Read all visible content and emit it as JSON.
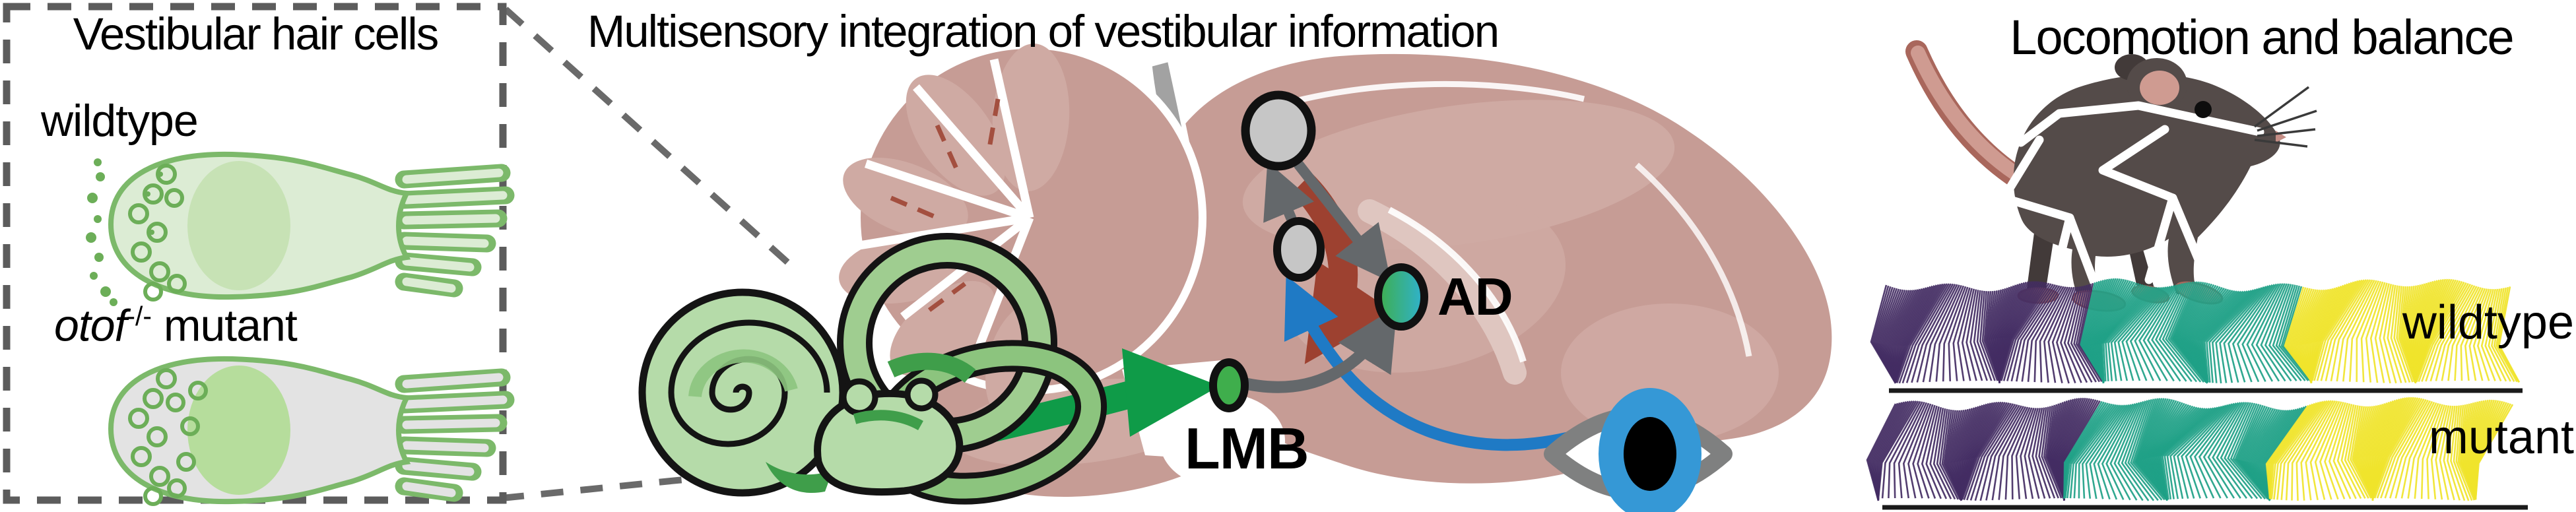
{
  "left_panel": {
    "title": "Vestibular hair cells",
    "wildtype_label": "wildtype",
    "mutant": {
      "gene": "otof",
      "allele": "-/-",
      "word": " mutant"
    }
  },
  "middle_panel": {
    "title": "Multisensory integration of vestibular information",
    "node_labels": {
      "lmb": "LMB",
      "ad": "AD"
    }
  },
  "right_panel": {
    "title": "Locomotion and balance",
    "rows": [
      {
        "label": "wildtype"
      },
      {
        "label": "mutant"
      }
    ]
  },
  "colors": {
    "ink": "#000000",
    "box-dash": "#5c5c5c",
    "connector": "#6a6a6a",
    "cell-wt": "#dcecd4",
    "cell-outline": "#7cb96a",
    "nucleus-wt": "#c7e2b5",
    "ribbon": "#6cae58",
    "cell-mut": "#e3e3e3",
    "nucleus-mut": "#b6dd9c",
    "brain": "#c69c95",
    "brain-light": "#cfaaa3",
    "brain-lighter": "#dcc0ba",
    "brain-red": "#a34f3f",
    "darkred-arrow": "#9d4130",
    "pink-ribbon": "#dfc6c0",
    "choroid": "#a2a2a2",
    "gray-arrow": "#64686b",
    "node-gray": "#c6c6c6",
    "node-outline": "#111111",
    "green-arrow": "#0f9b48",
    "node-green": "#3fae4c",
    "ad-teal": "#2fb2d1",
    "blue": "#1f7ac5",
    "eye-outline": "#7f8080",
    "iris": "#3598d6",
    "pupil": "#000000",
    "mouse-body": "#544b49",
    "mouse-dark": "#423a39",
    "mouse-pink": "#cf9b91",
    "tail-outline": "#a9675c",
    "skeleton": "#ffffff",
    "ground": "#1a1a1a",
    "trace-colors": [
      "#432c63",
      "#1fa187",
      "#f0e42b"
    ]
  }
}
